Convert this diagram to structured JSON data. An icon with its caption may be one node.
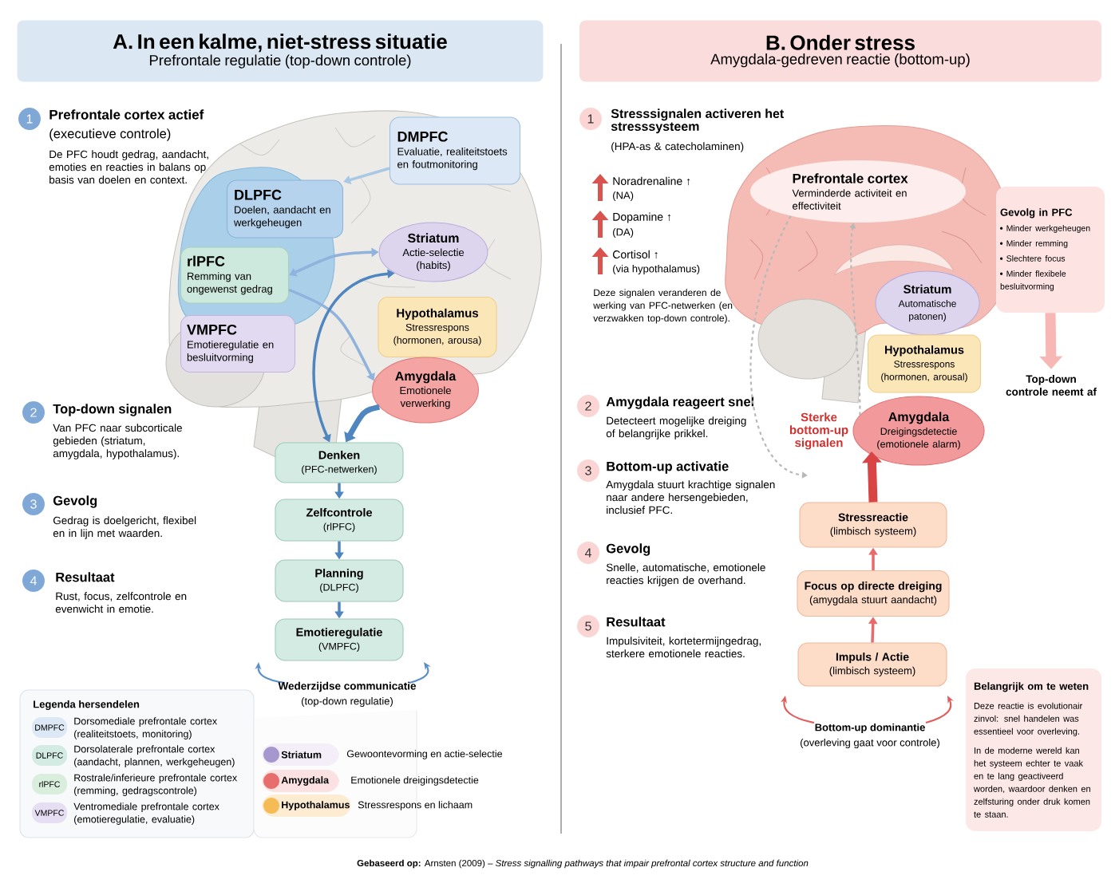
{
  "diagram": {
    "caption": "**Gebaseerd op:** Arnsten (2009) – *Stress signalling pathways that impair prefrontal cortex structure and function*",
    "nodes": [
      {
        "text": [
          "A. In een kalme, niet-stress situatie",
          "Prefrontale regulatie (top-down controle)"
        ]
      },
      {
        "text": [
          "B. Onder stress",
          "Amygdala-gedreven reactie (bottom-up)"
        ]
      },
      {
        "text": [
          "1"
        ],
        "beside": [
          "Prefrontale cortex actief",
          "(executieve controle)",
          "De PFC houdt gedrag, aandacht, emoties en reacties in balans op basis van doelen en context."
        ]
      },
      {
        "text": [
          "2"
        ],
        "beside": [
          "Top-down signalen",
          "Van PFC naar subcorticale gebieden (striatum, amygdala, hypothalamus)."
        ]
      },
      {
        "text": [
          "3"
        ],
        "beside": [
          "Gevolg",
          "Gedrag is doelgericht, flexibel en in lijn met waarden."
        ]
      },
      {
        "text": [
          "4"
        ],
        "beside": [
          "Resultaat",
          "Rust, focus, zelfcontrole en evenwicht in emotie."
        ]
      },
      {
        "text": [
          "DMPFC",
          "Evaluatie, realiteitstoets en foutmonitoring"
        ]
      },
      {
        "text": [
          "DLPFC",
          "Doelen, aandacht en werkgeheugen"
        ]
      },
      {
        "text": [
          "Striatum",
          "Actie-selectie (habits)"
        ]
      },
      {
        "text": [
          "rlPFC",
          "Remming van ongewenst gedrag"
        ]
      },
      {
        "text": [
          "Hypothalamus",
          "Stressrespons (hormonen, arousa)"
        ]
      },
      {
        "text": [
          "VMPFC",
          "Emotieregulatie en besluitvorming"
        ]
      },
      {
        "text": [
          "Amygdala",
          "Emotionele verwerking"
        ]
      },
      {
        "text": [
          "Denken",
          "(PFC-netwerken)"
        ]
      },
      {
        "text": [
          "Zelfcontrole",
          "(rlPFC)"
        ]
      },
      {
        "text": [
          "Planning",
          "(DLPFC)"
        ]
      },
      {
        "text": [
          "Emotieregulatie",
          "(VMPFC)"
        ]
      },
      {
        "text": [
          "1"
        ],
        "beside": [
          "Stresssignalen activeren het stresssysteem",
          "(HPA-as & catecholaminen)"
        ]
      },
      {
        "text": [
          "2"
        ],
        "beside": [
          "Amygdala reageert snel",
          "Detecteert mogelijke dreiging of belangrijke prikkel."
        ]
      },
      {
        "text": [
          "3"
        ],
        "beside": [
          "Bottom-up activatie",
          "Amygdala stuurt krachtige signalen naar andere hersengebieden, inclusief PFC."
        ]
      },
      {
        "text": [
          "4"
        ],
        "beside": [
          "Gevolg",
          "Snelle, automatische, emotionele reacties krijgen de overhand."
        ]
      },
      {
        "text": [
          "5"
        ],
        "beside": [
          "Resultaat",
          "Impulsiviteit, kortetermijngedrag, sterkere emotionele reacties."
        ]
      },
      {
        "text": [
          "Prefrontale cortex",
          "Verminderde activiteit en effectiviteit"
        ]
      },
      {
        "text": [
          "Gevolg in PFC",
          "Minder werkgeheugen",
          "Minder remming",
          "Slechtere focus",
          "Minder flexibele besluitvorming"
        ]
      },
      {
        "text": [
          "Top-down controle neemt af"
        ]
      },
      {
        "text": [
          "Striatum",
          "Automatische patonen)"
        ]
      },
      {
        "text": [
          "Hypothalamus",
          "Stressrespons (hormonen, arousal)"
        ]
      },
      {
        "text": [
          "Amygdala",
          "Dreigingsdetectie (emotionele alarm)"
        ]
      },
      {
        "text": [
          "Stressreactie",
          "(limbisch systeem)"
        ]
      },
      {
        "text": [
          "Focus op directe dreiging",
          "(amygdala stuurt aandacht)"
        ]
      },
      {
        "text": [
          "Impuls / Actie",
          "(limbisch systeem)"
        ]
      },
      {
        "text": [
          "Belangrijk om te weten",
          "Deze reactie is evolutionair zinvol: snel handelen was essentieel voor overleving.",
          "In de moderne wereld kan het systeem echter te vaak en te lang geactiveerd worden, waardoor denken en zelfsturing onder druk komen te staan."
        ]
      }
    ],
    "edges": [
      {
        "from": 6,
        "to": 7,
        "arrow": "to",
        "color": "#a9c8e6"
      },
      {
        "from": 9,
        "to": 8,
        "arrow": "both",
        "color": "#8fb3dc"
      },
      {
        "from": 9,
        "to": 12,
        "arrow": "to",
        "color": "#8fb3dc"
      },
      {
        "from": 8,
        "to": 13,
        "arrow": "both"
      },
      {
        "from": 12,
        "to": 13,
        "arrow": "to",
        "style": "thick"
      },
      {
        "from": 13,
        "to": 14,
        "arrow": "to"
      },
      {
        "from": 14,
        "to": 15,
        "arrow": "to"
      },
      {
        "from": 15,
        "to": 16,
        "arrow": "to"
      },
      {
        "from": 23,
        "to": 24,
        "arrow": "to",
        "style": "thick",
        "color": "#f7b7b5"
      },
      {
        "from": 28,
        "to": 27,
        "arrow": "to",
        "style": "thick",
        "color": "#d94545"
      },
      {
        "from": 29,
        "to": 28,
        "arrow": "to",
        "color": "#e86a6a"
      },
      {
        "from": 30,
        "to": 29,
        "arrow": "to",
        "color": "#e86a6a"
      },
      {
        "from": 27,
        "to": 22,
        "arrow": "to",
        "style": "dashed",
        "color": "#b8b8b8"
      },
      {
        "from": 22,
        "to": null,
        "arrow": "to",
        "style": "dashed",
        "color": "#b8b8b8"
      }
    ],
    "labels": [
      "Noradrenaline ↑",
      "(NA)",
      "Dopamine ↑",
      "(DA)",
      "Cortisol ↑",
      "(via hypothalamus)",
      "Deze signalen veranderen de werking van PFC-netwerken (en verzwakken top-down controle).",
      "Sterke bottom-up signalen",
      "Wederzijdse communicatie",
      "(top-down regulatie)",
      "Bottom-up dominantie",
      "(overleving gaat voor controle)",
      "Legenda hersendelen",
      "DMPFC",
      "DLPFC",
      "rlPFC",
      "VMPFC",
      "Striatum",
      "Amygdala",
      "Hypothalamus"
    ],
    "legend": [
      {
        "text": "Dorsomediale prefrontale cortex (realiteitstoets, monitoring)",
        "color": "#dce8f5"
      },
      {
        "text": "Dorsolaterale prefrontale cortex (aandacht, plannen, werkgeheugen)",
        "color": "#d3ebe2"
      },
      {
        "text": "Rostrale/inferieure prefrontale cortex (remming, gedragscontrole)",
        "color": "#d9eedd"
      },
      {
        "text": "Ventromediale prefrontale cortex (emotieregulatie, evaluatie)",
        "color": "#e6def3"
      },
      {
        "text": "Gewoontevorming en actie-selectie",
        "color": "#a797cf"
      },
      {
        "text": "Emotionele dreigingsdetectie",
        "color": "#e86e6e"
      },
      {
        "text": "Stressrespons en lichaam",
        "color": "#f5bc55"
      }
    ]
  }
}
